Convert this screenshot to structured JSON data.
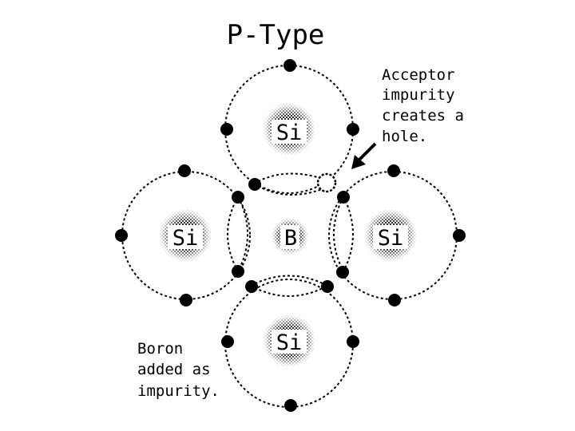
{
  "title": "P-Type",
  "center_atom": {
    "symbol": "B"
  },
  "neighbor_atoms": [
    {
      "id": "top",
      "symbol": "Si"
    },
    {
      "id": "left",
      "symbol": "Si"
    },
    {
      "id": "right",
      "symbol": "Si"
    },
    {
      "id": "bottom",
      "symbol": "Si"
    }
  ],
  "annotations": {
    "acceptor": [
      "Acceptor",
      "impurity",
      "creates a",
      "hole."
    ],
    "boron": [
      "Boron",
      "added as",
      "impurity."
    ]
  },
  "colors": {
    "ink": "#000000",
    "background": "#ffffff"
  }
}
